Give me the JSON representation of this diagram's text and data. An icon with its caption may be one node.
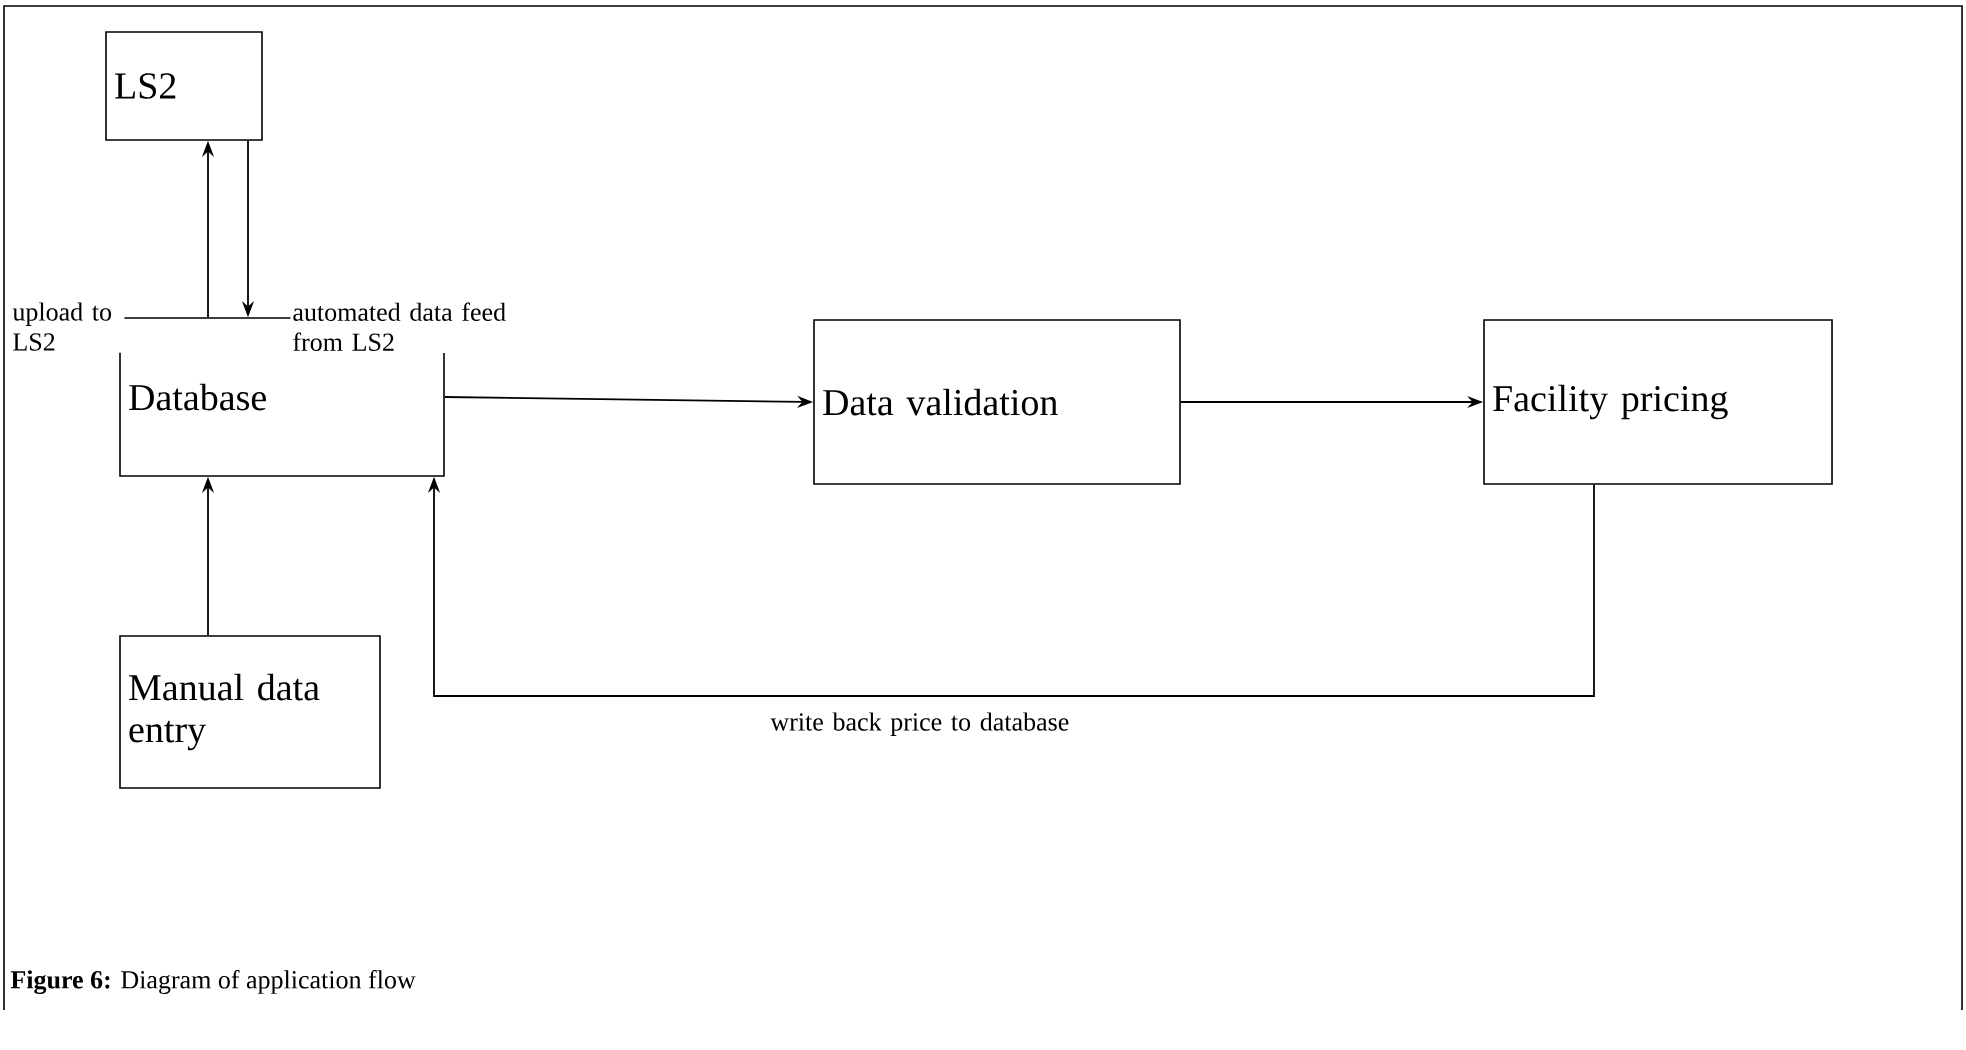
{
  "diagram": {
    "caption": "**Figure 6:** Diagram of application flow",
    "nodes": [
      {
        "text": [
          "LS2"
        ]
      },
      {
        "text": [
          "Database"
        ]
      },
      {
        "text": [
          "Data validation"
        ]
      },
      {
        "text": [
          "Facility pricing"
        ]
      },
      {
        "text": [
          "Manual data entry"
        ]
      }
    ],
    "edges": [
      {
        "from": 1,
        "to": 0,
        "arrow": "to",
        "label": "upload to LS2"
      },
      {
        "from": 0,
        "to": 1,
        "arrow": "to",
        "label": "automated data feed from LS2"
      },
      {
        "from": 1,
        "to": 2,
        "arrow": "to"
      },
      {
        "from": 2,
        "to": 3,
        "arrow": "to"
      },
      {
        "from": 3,
        "to": 1,
        "arrow": "to",
        "label": "write back price to database"
      },
      {
        "from": 4,
        "to": 1,
        "arrow": "to"
      }
    ]
  }
}
